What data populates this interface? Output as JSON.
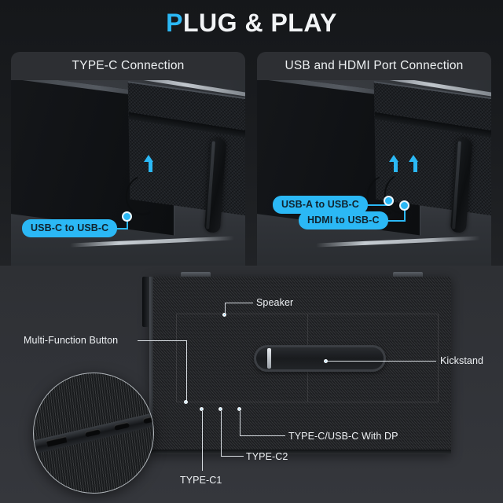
{
  "header": {
    "title_accent": "P",
    "title_rest": "LUG & PLAY",
    "title_full": "PLUG & PLAY"
  },
  "colors": {
    "accent_cyan": "#2BB8F5",
    "top_background": "#17191C",
    "bottom_background": "#313338",
    "panel_background": "#2D2F33",
    "label_text": "#EEF1F4",
    "pill_text": "#10232E"
  },
  "panels": [
    {
      "id": "type-c-connection",
      "title": "TYPE-C Connection",
      "callouts": [
        {
          "label": "USB-C to USB-C"
        }
      ]
    },
    {
      "id": "usb-hdmi-connection",
      "title": "USB and HDMI Port Connection",
      "callouts": [
        {
          "label": "USB-A to USB-C"
        },
        {
          "label": "HDMI to USB-C"
        }
      ]
    }
  ],
  "diagram": {
    "callouts": [
      {
        "id": "speaker",
        "label": "Speaker"
      },
      {
        "id": "multi-function",
        "label": "Multi-Function Button"
      },
      {
        "id": "kickstand",
        "label": "Kickstand"
      },
      {
        "id": "type-c1",
        "label": "TYPE-C1"
      },
      {
        "id": "type-c2",
        "label": "TYPE-C2"
      },
      {
        "id": "type-c-dp",
        "label": "TYPE-C/USB-C With DP"
      }
    ]
  }
}
